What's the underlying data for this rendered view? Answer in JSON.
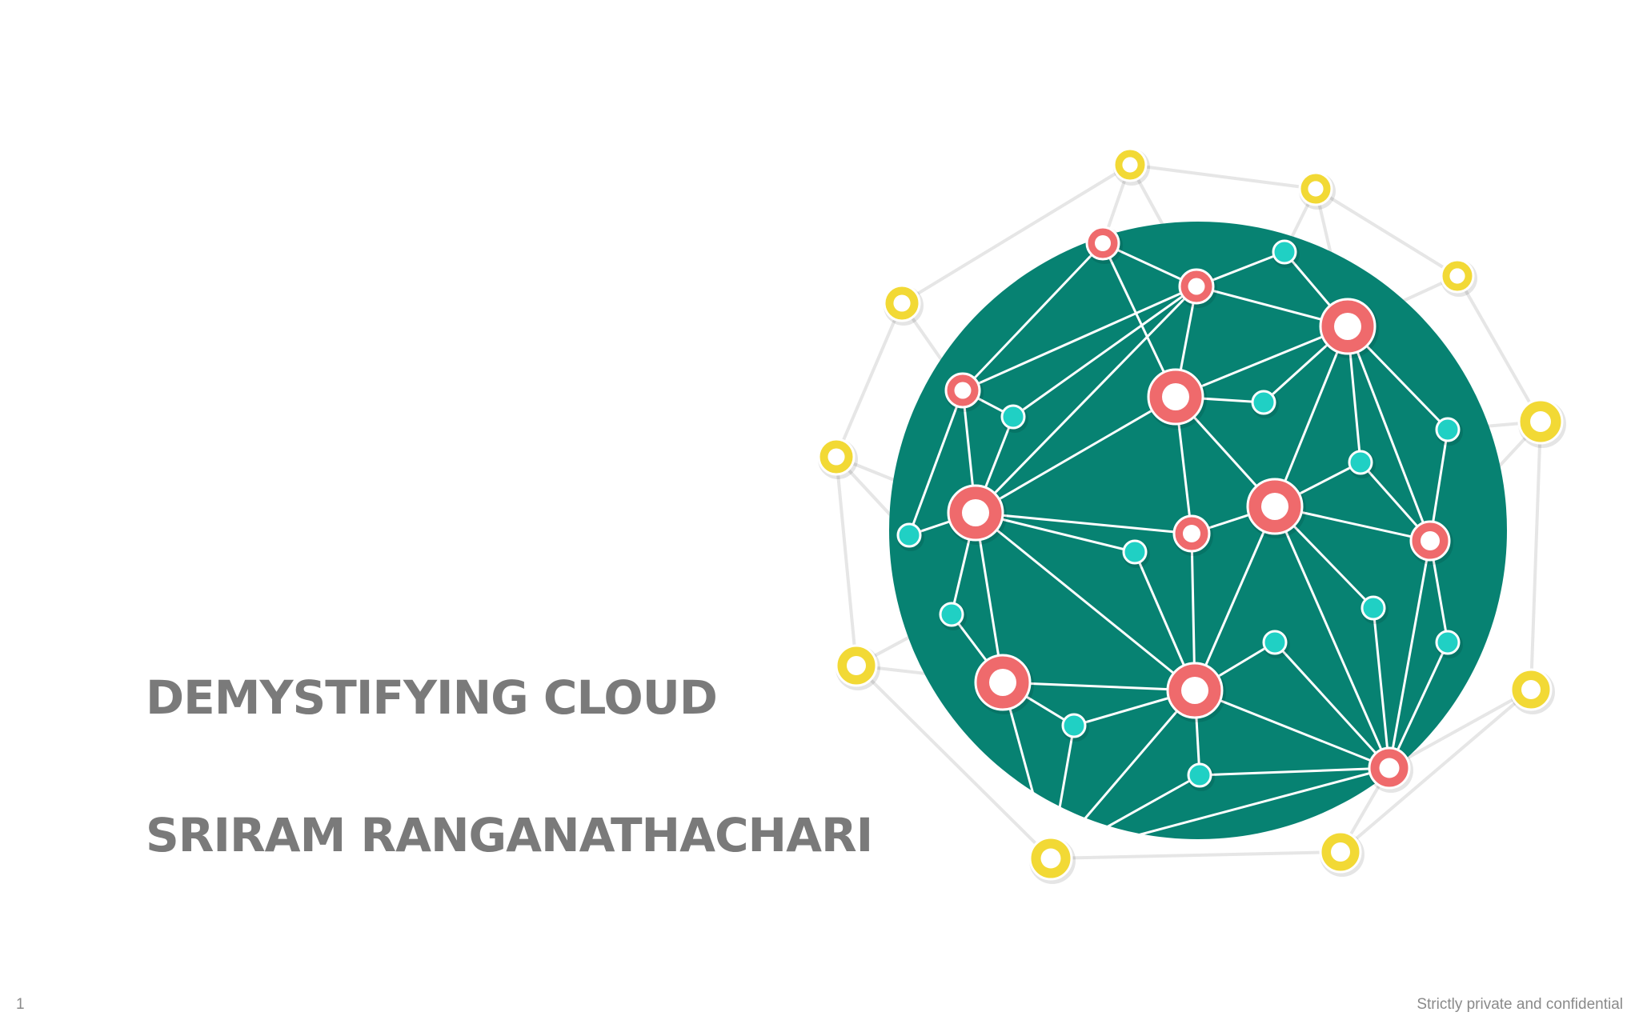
{
  "slide": {
    "title": "DEMYSTIFYING CLOUD",
    "author": "SRIRAM RANGANATHACHARI",
    "slide_number": "1",
    "footer": "Strictly private and confidential"
  },
  "graphic": {
    "icon": "network-globe-icon",
    "colors": {
      "globe": "#078272",
      "node_red": "#ef6a6c",
      "node_teal": "#20d0c4",
      "node_yellow": "#f2d935",
      "edge_inner": "#ffffff",
      "edge_outer": "#e6e6e6"
    }
  }
}
